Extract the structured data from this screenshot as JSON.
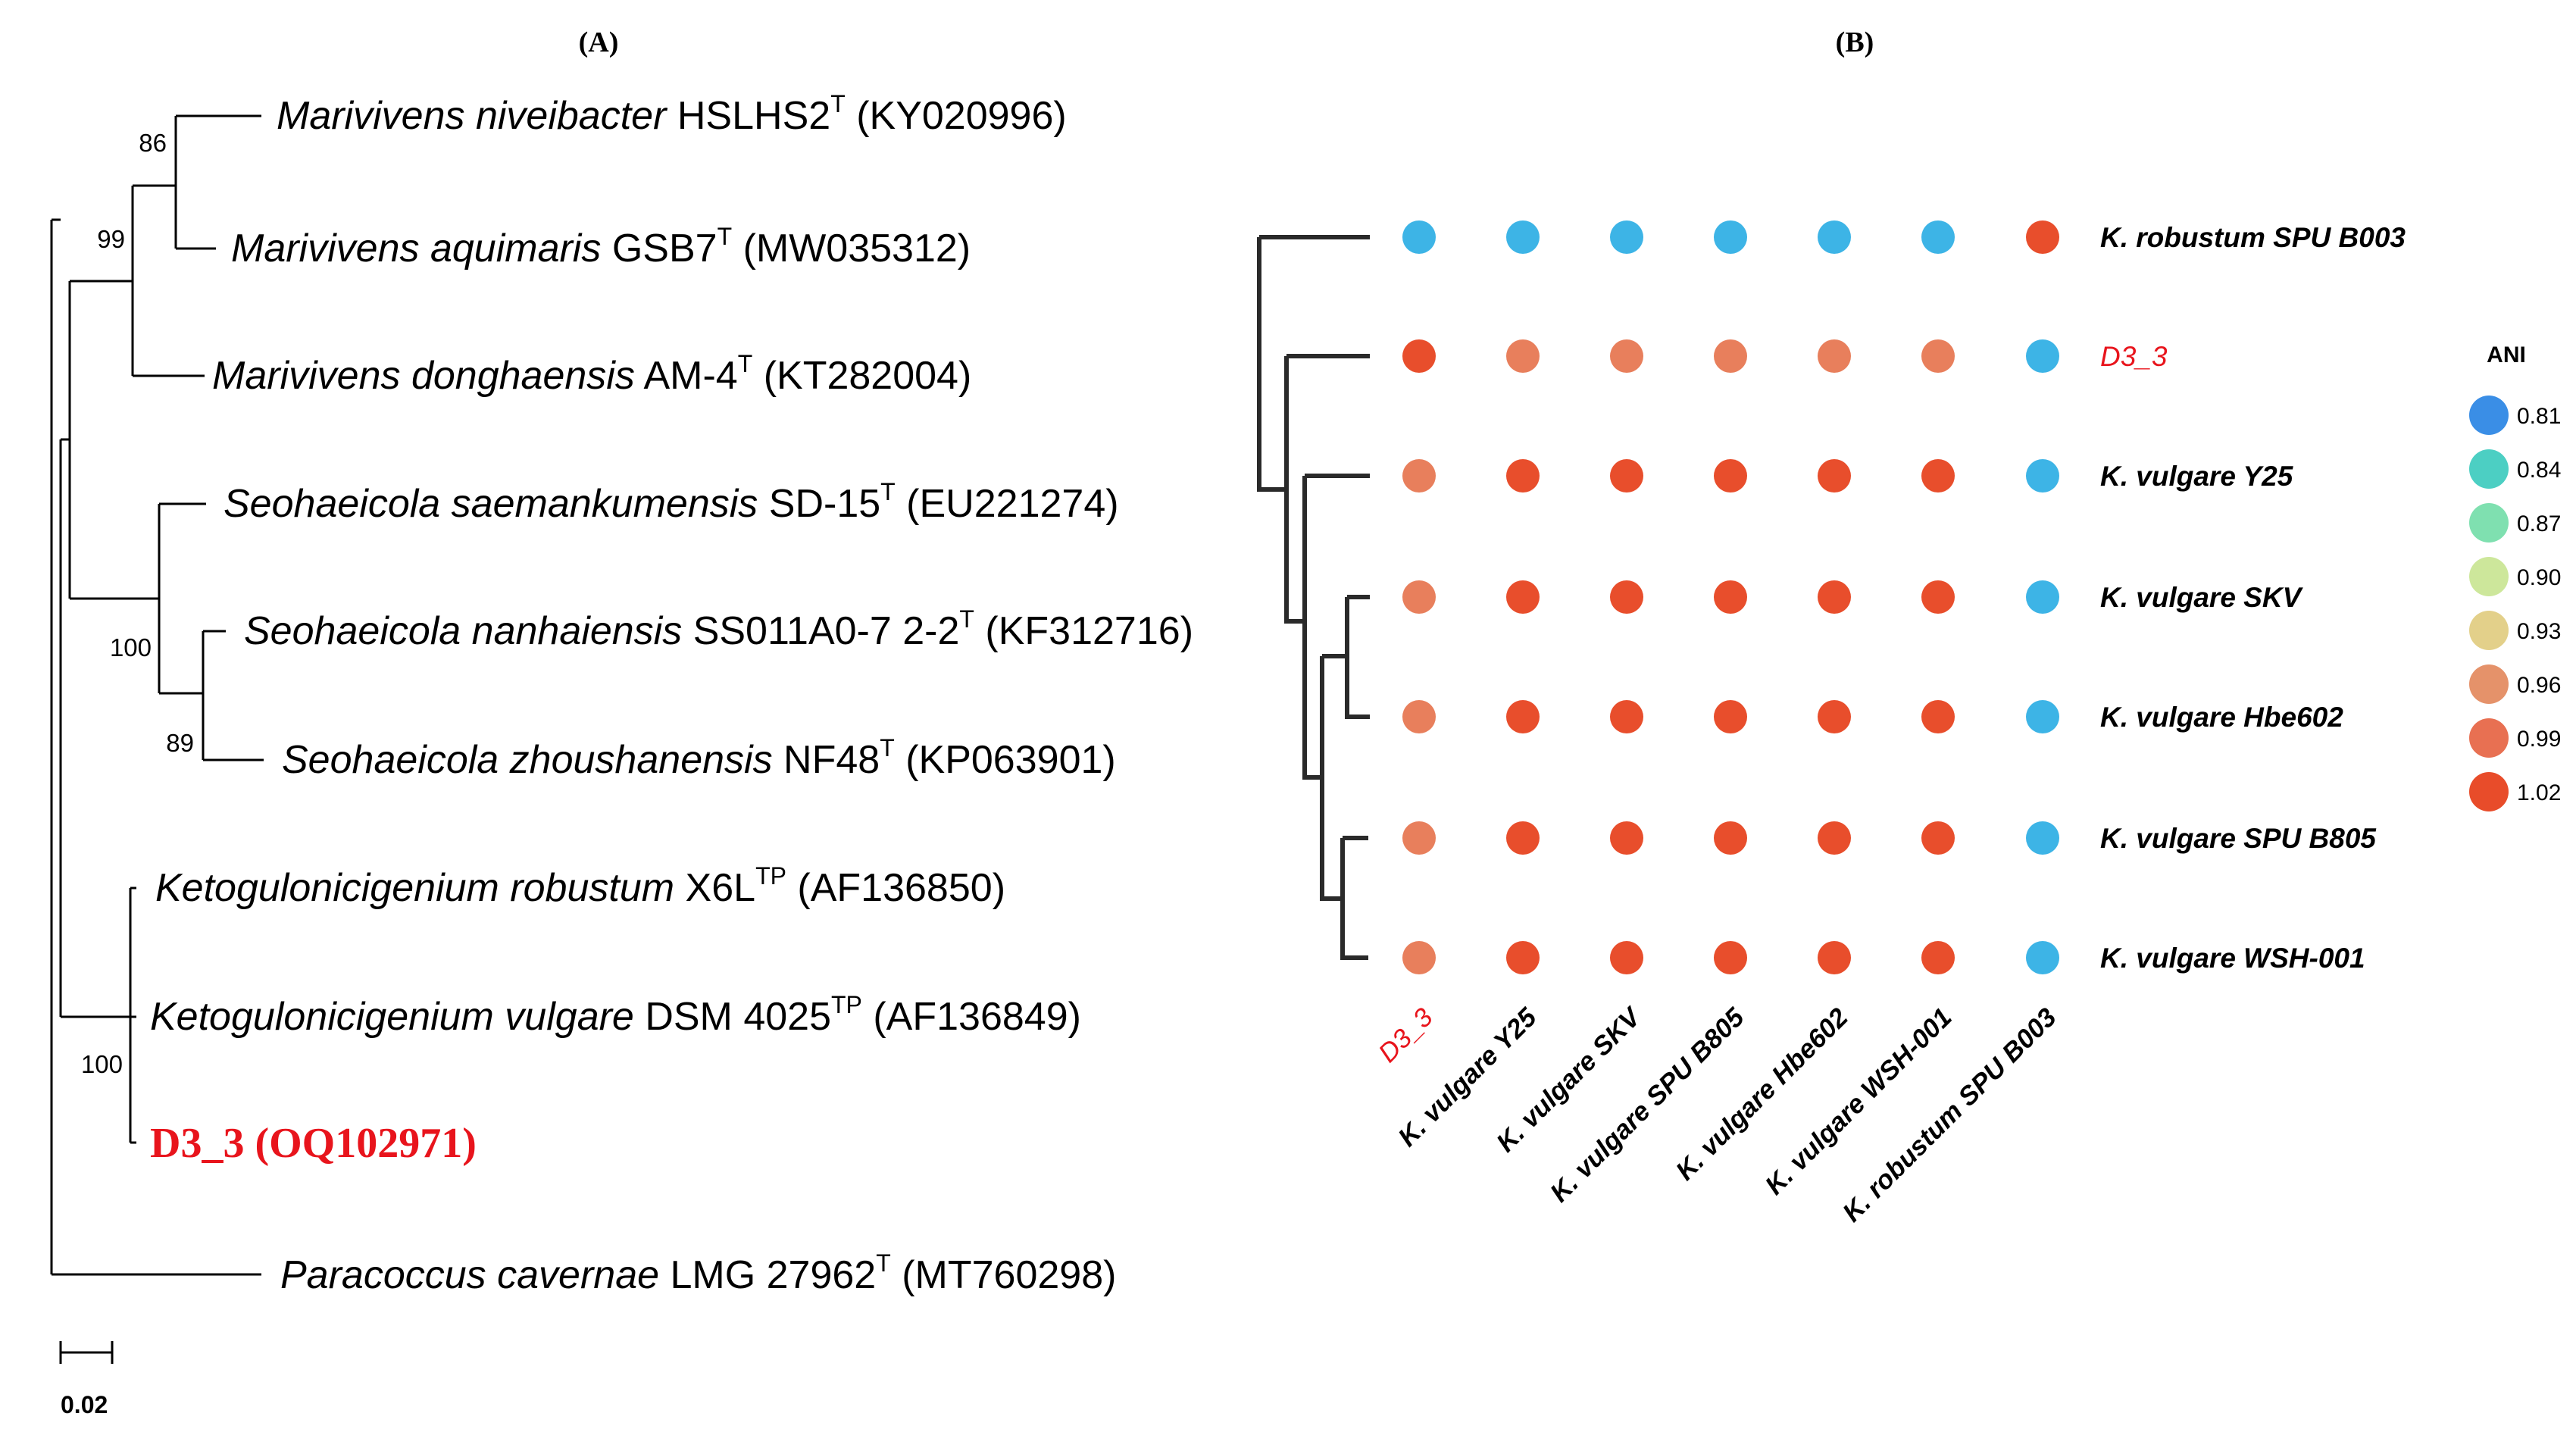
{
  "panels": {
    "a_label": "(A)",
    "b_label": "(B)"
  },
  "tree_a": {
    "taxa": [
      {
        "id": "niveibacter",
        "genus_species": "Marivivens niveibacter",
        "strain": "HSLHS2",
        "sup": "T",
        "accession": "(KY020996)"
      },
      {
        "id": "aquimaris",
        "genus_species": "Marivivens aquimaris",
        "strain": "GSB7",
        "sup": "T",
        "accession": "(MW035312)"
      },
      {
        "id": "donghaensis",
        "genus_species": "Marivivens donghaensis",
        "strain": "AM-4",
        "sup": "T",
        "accession": "(KT282004)"
      },
      {
        "id": "saemankumensis",
        "genus_species": "Seohaeicola saemankumensis",
        "strain": "SD-15",
        "sup": "T",
        "accession": "(EU221274)"
      },
      {
        "id": "nanhaiensis",
        "genus_species": "Seohaeicola nanhaiensis",
        "strain": "SS011A0-7 2-2",
        "sup": "T",
        "accession": "(KF312716)"
      },
      {
        "id": "zhoushanensis",
        "genus_species": "Seohaeicola zhoushanensis",
        "strain": "NF48",
        "sup": "T",
        "accession": "(KP063901)"
      },
      {
        "id": "robustum",
        "genus_species": "Ketogulonicigenium robustum",
        "strain": "X6L",
        "sup": "TP",
        "accession": "(AF136850)"
      },
      {
        "id": "vulgare",
        "genus_species": "Ketogulonicigenium vulgare",
        "strain": "DSM 4025",
        "sup": "TP",
        "accession": "(AF136849)"
      },
      {
        "id": "d33",
        "highlight_text": "D3_3 (OQ102971)"
      },
      {
        "id": "cavernae",
        "genus_species": "Paracoccus cavernae",
        "strain": "LMG 27962",
        "sup": "T",
        "accession": "(MT760298)"
      }
    ],
    "bootstrap": [
      "86",
      "99",
      "100",
      "89",
      "100"
    ],
    "scale_bar": "0.02",
    "highlight_color": "#e8141c"
  },
  "matrix_b": {
    "rows": [
      "K. robustum SPU B003",
      "D3_3",
      "K. vulgare Y25",
      "K. vulgare SKV",
      "K. vulgare Hbe602",
      "K. vulgare SPU B805",
      "K. vulgare WSH-001"
    ],
    "columns": [
      "D3_3",
      "K. vulgare Y25",
      "K. vulgare SKV",
      "K. vulgare SPU B805",
      "K. vulgare Hbe602",
      "K. vulgare WSH-001",
      "K. robustum SPU B003"
    ],
    "highlight_label": "D3_3",
    "values": [
      [
        0.81,
        0.81,
        0.81,
        0.81,
        0.81,
        0.81,
        1.0
      ],
      [
        1.0,
        0.97,
        0.97,
        0.97,
        0.97,
        0.97,
        0.81
      ],
      [
        0.97,
        1.0,
        1.0,
        1.0,
        1.0,
        1.0,
        0.81
      ],
      [
        0.97,
        1.0,
        1.0,
        1.0,
        1.0,
        1.0,
        0.81
      ],
      [
        0.97,
        1.0,
        1.0,
        1.0,
        1.0,
        1.0,
        0.81
      ],
      [
        0.97,
        1.0,
        1.0,
        1.0,
        1.0,
        1.0,
        0.81
      ],
      [
        0.97,
        1.0,
        1.0,
        1.0,
        1.0,
        1.0,
        0.81
      ]
    ],
    "legend": {
      "title": "ANI",
      "items": [
        {
          "label": "0.81",
          "color": "#3a8ee6"
        },
        {
          "label": "0.84",
          "color": "#4ccfc3"
        },
        {
          "label": "0.87",
          "color": "#7fe0b0"
        },
        {
          "label": "0.90",
          "color": "#cde79b"
        },
        {
          "label": "0.93",
          "color": "#e3d08a"
        },
        {
          "label": "0.96",
          "color": "#e5926a"
        },
        {
          "label": "0.99",
          "color": "#e87052"
        },
        {
          "label": "1.02",
          "color": "#e84c2a"
        }
      ]
    },
    "dot_colors": {
      "low": "#3db4e6",
      "mid": "#e87f5c",
      "high": "#e84e2c"
    }
  }
}
